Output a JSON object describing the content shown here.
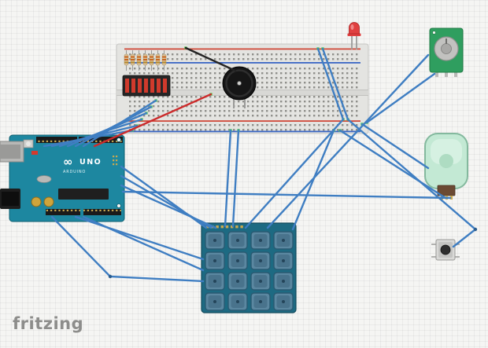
{
  "app": {
    "watermark": "fritzing"
  },
  "wire_colors": {
    "signal": "#3f7ec2",
    "power": "#cc2b2b",
    "ground": "#232323",
    "connection_indicator": "#54d154"
  },
  "components": {
    "arduino_uno": {
      "type": "microcontroller-board",
      "model_text": "UNO",
      "brand_text": "ARDUINO",
      "logo": "∞",
      "board_color": "#1d87a0"
    },
    "breadboard": {
      "type": "full-size-breadboard",
      "body_color": "#e4e4e1",
      "rail_positive_color": "#d04a3a",
      "rail_negative_color": "#3a66c4"
    },
    "piezo_buzzer": {
      "type": "piezo-buzzer",
      "body_color": "#161616"
    },
    "resistor_bank": {
      "type": "resistors",
      "count": 7,
      "body_color": "#d9c29b",
      "band_color": "#c8651f"
    },
    "dip_switch": {
      "type": "dip-switch",
      "segments": 7,
      "body_color": "#262626",
      "segment_color": "#d03a2c"
    },
    "red_led": {
      "type": "led",
      "color": "#e04040"
    },
    "rotary_pot": {
      "type": "rotary-potentiometer",
      "pcb_color": "#2f9e5f",
      "knob_color": "#c2c2c0"
    },
    "motor": {
      "type": "motor-module",
      "body_color": "#c3e9d4",
      "connector_color": "#6b4a33"
    },
    "pushbutton": {
      "type": "pushbutton",
      "body_color": "#d9d9d7"
    },
    "keypad": {
      "type": "keypad-4x4",
      "rows": 4,
      "cols": 4,
      "body_color": "#1d6a82",
      "key_color": "#5b87a0"
    }
  }
}
